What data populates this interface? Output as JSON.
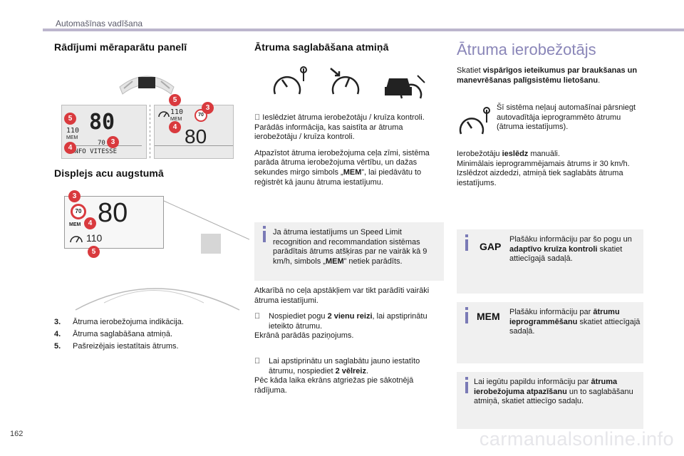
{
  "header": {
    "title": "Automašīnas vadīšana"
  },
  "page_number": "162",
  "watermark": "carmanualsonline.info",
  "col1": {
    "section1_title": "Rādījumi mēraparātu panelī",
    "lcd1": {
      "speed": "80",
      "set_speed": "110",
      "mem": "MEM",
      "limit": "70",
      "info": "INFO VITESSE"
    },
    "lcd2": {
      "set_speed": "110",
      "mem": "MEM",
      "limit": "70",
      "speed": "80"
    },
    "section2_title": "Displejs acu augstumā",
    "hud": {
      "speed": "80",
      "limit": "70",
      "mem": "MEM",
      "set_speed": "110"
    },
    "callouts": [
      "3",
      "4",
      "5"
    ],
    "legend": [
      {
        "num": "3.",
        "text": "Ātruma ierobežojuma indikācija."
      },
      {
        "num": "4.",
        "text": "Ātruma saglabāšana atmiņā."
      },
      {
        "num": "5.",
        "text": "Pašreizējais iestatītais ātrums."
      }
    ]
  },
  "col2": {
    "title": "Ātruma saglabāšana atmiņā",
    "p1": "  Ieslēdziet ātruma ierobežotāju / kruīza kontroli.",
    "p1b": "Parādās informācija, kas saistīta ar ātruma ierobežotāju / kruīza kontroli.",
    "p2_pre": "Atpazīstot ātruma ierobežojuma ceļa zīmi, sistēma parāda ātruma ierobežojuma vērtību, un dažas sekundes mirgo simbols „",
    "p2_mem": "MEM",
    "p2_post": "”, lai piedāvātu to reģistrēt kā jaunu ātruma iestatījumu.",
    "info_pre": "Ja ātruma iestatījums un Speed Limit recognition and recommandation sistēmas parādītais ātrums atšķiras par ne vairāk kā 9 km/h, simbols „",
    "info_mem": "MEM",
    "info_post": "” netiek parādīts.",
    "p3": "Atkarībā no ceļa apstākļiem var tikt parādīti vairāki ātruma iestatījumi.",
    "p4_pre": "Nospiediet pogu ",
    "p4_bold": "2 vienu reizi",
    "p4_post": ", lai apstiprinātu ieteikto ātrumu.",
    "p4b": "Ekrānā parādās paziņojums.",
    "p5_pre": "Lai apstiprinātu un saglabātu jauno iestatīto ātrumu, nospiediet ",
    "p5_bold": "2 vēlreiz",
    "p5_post": ".",
    "p5b": "Pēc kāda laika ekrāns atgriežas pie sākotnējā rādījuma."
  },
  "col3": {
    "title": "Ātruma ierobežotājs",
    "intro_pre": "Skatiet ",
    "intro_bold": "vispārīgos ieteikumus par braukšanas un manevrēšanas palīgsistēmu lietošanu",
    "intro_post": ".",
    "icon_text": "Šī sistēma neļauj automašīnai pārsniegt autovadītāja ieprogrammēto ātrumu (ātruma iestatījums).",
    "p1_pre": "Ierobežotāju ",
    "p1_bold": "ieslēdz",
    "p1_post": " manuāli.",
    "p1b": "Minimālais ieprogrammējamais ātrums ir 30 km/h.",
    "p1c": "Izslēdzot aizdedzi, atmiņā tiek saglabāts ātruma iestatījums.",
    "gap_label": "GAP",
    "gap_pre": "Plašāku informāciju par šo pogu un ",
    "gap_bold": "adaptīvo kruīza kontroli",
    "gap_post": " skatiet attiecīgajā sadaļā.",
    "mem_label": "MEM",
    "mem_pre": "Plašāku informāciju par ",
    "mem_bold": "ātrumu ieprogrammēšanu",
    "mem_post": " skatiet attiecīgajā sadaļā.",
    "last_pre": "Lai iegūtu papildu informāciju par ",
    "last_bold": "ātruma ierobežojuma atpazīšanu",
    "last_post": " un to saglabāšanu atmiņā, skatiet attiecīgo sadaļu."
  },
  "colors": {
    "accent": "#8a86b8",
    "callout": "#d93a3e",
    "box_bg": "#f0f0f0",
    "header_bar": "#bcb6cd"
  }
}
